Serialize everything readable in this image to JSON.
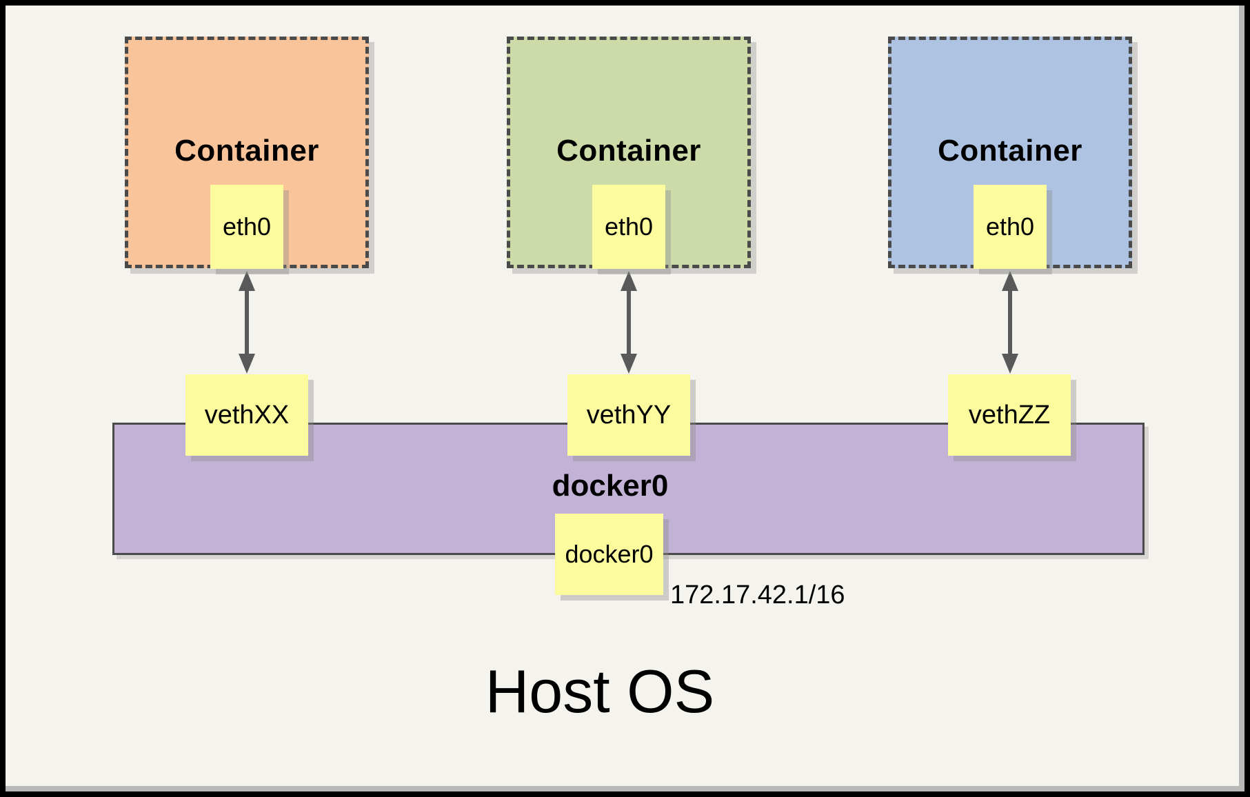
{
  "diagram": {
    "host_title": "Host OS",
    "containers": [
      {
        "title": "Container",
        "interface": "eth0",
        "veth": "vethXX",
        "fill": "#FAC49A"
      },
      {
        "title": "Container",
        "interface": "eth0",
        "veth": "vethYY",
        "fill": "#CDDBA8"
      },
      {
        "title": "Container",
        "interface": "eth0",
        "veth": "vethZZ",
        "fill": "#AEC3E1"
      }
    ],
    "bridge": {
      "title": "docker0",
      "interface": "docker0",
      "ip": "172.17.42.1/16",
      "fill": "#C1B2D6"
    },
    "colors": {
      "background": "#F5F3ED",
      "node_fill": "#FCFC9F",
      "outline": "#4A4A4A",
      "arrow": "#595959"
    }
  }
}
